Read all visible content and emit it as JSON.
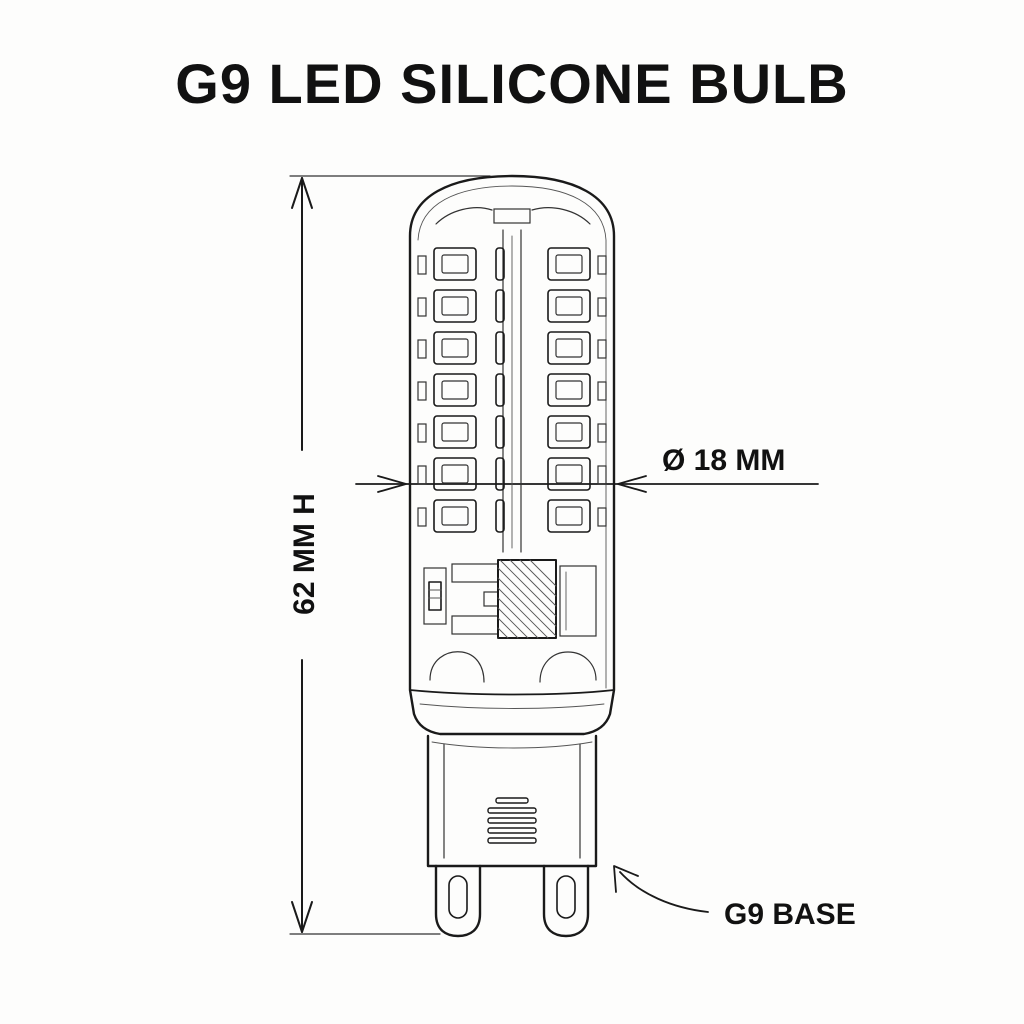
{
  "title": "G9 LED SILICONE BULB",
  "dimensions": {
    "height_label": "62 MM H",
    "diameter_label": "Ø 18 MM"
  },
  "callouts": {
    "base_label": "G9 BASE"
  },
  "colors": {
    "ink": "#1a1a1a",
    "paper": "#fdfdfc"
  }
}
